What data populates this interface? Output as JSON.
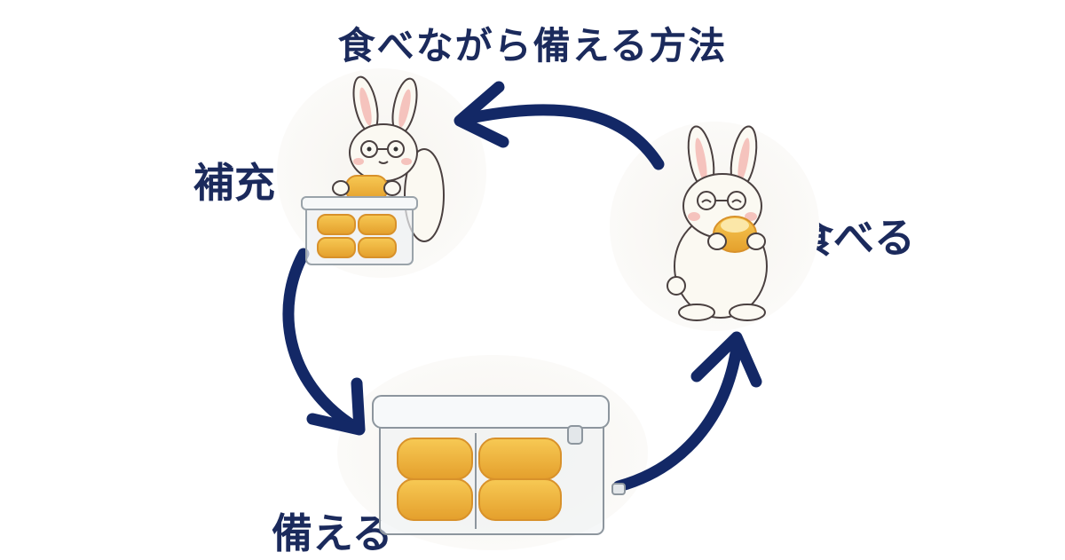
{
  "title": "食べながら備える方法",
  "steps": [
    {
      "label": "補充"
    },
    {
      "label": "食べる"
    },
    {
      "label": "備える"
    }
  ],
  "colors": {
    "arrow": "#132866",
    "text": "#1b2a5c",
    "bread": "#f2b93b",
    "bread_edge": "#d8912a",
    "rabbit": "#fbf9f2",
    "rabbit_outline": "#4a4040",
    "ear_inner": "#f5c3bd"
  },
  "icons": [
    "rabbit-refilling-illustration",
    "rabbit-eating-illustration",
    "storage-box-illustration",
    "cycle-arrow"
  ]
}
